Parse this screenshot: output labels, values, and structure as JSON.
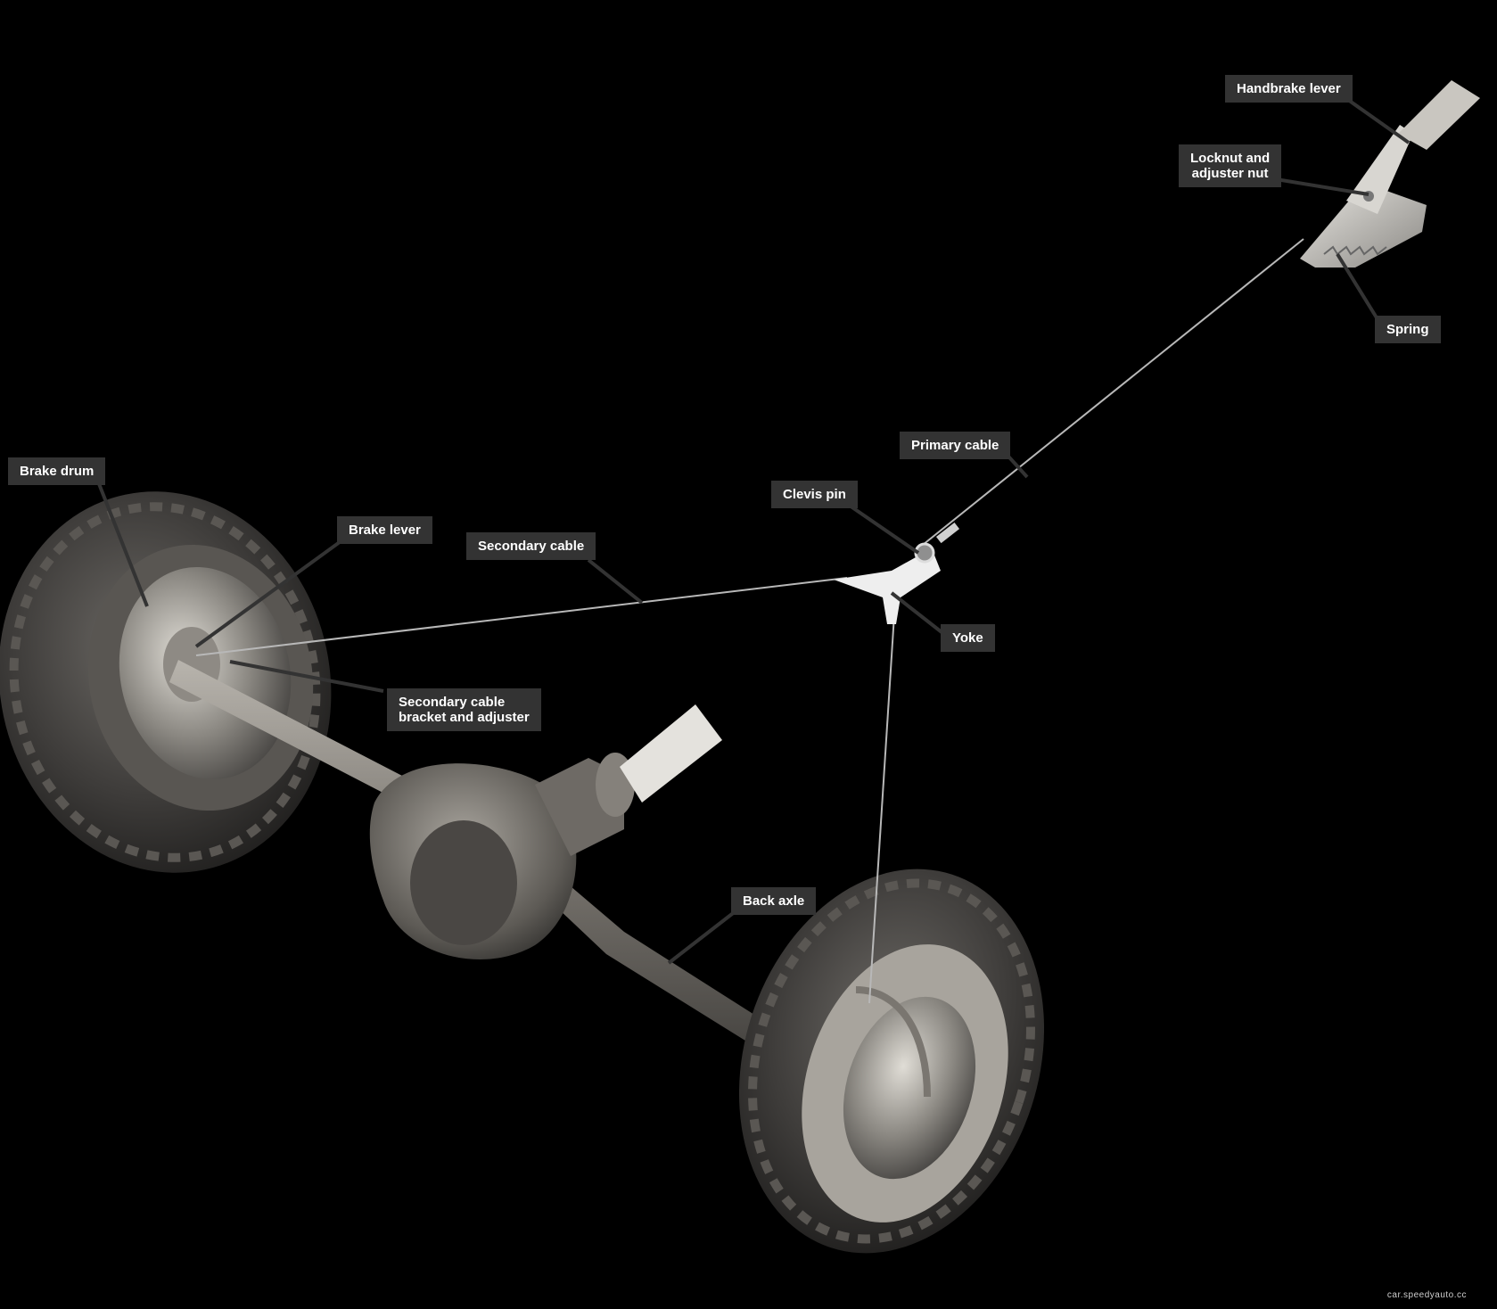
{
  "labels": {
    "handbrake_lever": "Handbrake lever",
    "locknut_adjuster": "Locknut and\nadjuster nut",
    "spring": "Spring",
    "primary_cable": "Primary cable",
    "clevis_pin": "Clevis pin",
    "yoke": "Yoke",
    "secondary_cable": "Secondary cable",
    "brake_drum": "Brake drum",
    "brake_lever": "Brake lever",
    "secondary_bracket": "Secondary cable\nbracket and adjuster",
    "back_axle": "Back axle"
  },
  "watermark": "car.speedyauto.cc",
  "colors": {
    "background": "#000000",
    "label_bg": "#333333",
    "label_text": "#ffffff",
    "leader": "#333333",
    "cable": "#b8b8b8",
    "metal": "#9a9590"
  }
}
